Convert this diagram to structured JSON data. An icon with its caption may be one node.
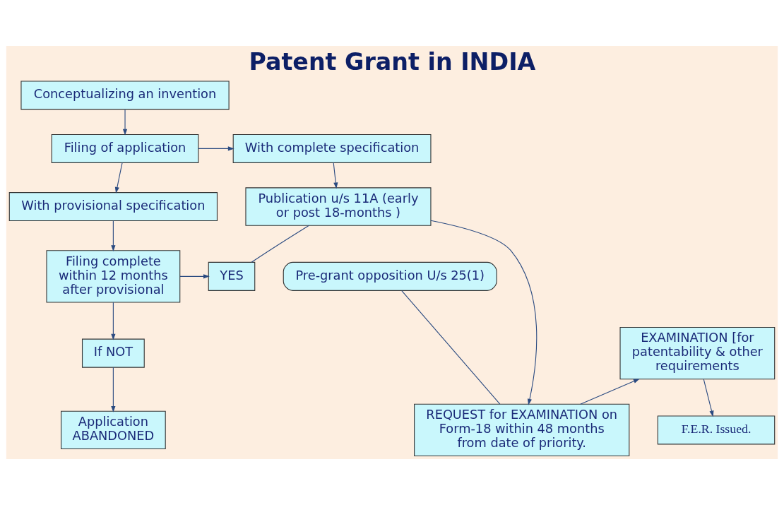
{
  "diagram": {
    "title": "Patent Grant in INDIA",
    "nodes": [
      {
        "text": [
          "Conceptualizing an invention"
        ]
      },
      {
        "text": [
          "Filing of application"
        ]
      },
      {
        "text": [
          "With complete specification"
        ]
      },
      {
        "text": [
          "With provisional specification"
        ]
      },
      {
        "text": [
          "Publication u/s 11A (early or post 18-months )"
        ]
      },
      {
        "text": [
          "Filing complete within 12 months after provisional"
        ]
      },
      {
        "text": [
          "YES"
        ]
      },
      {
        "text": [
          "Pre-grant opposition U/s 25(1)"
        ]
      },
      {
        "text": [
          "If NOT"
        ]
      },
      {
        "text": [
          "EXAMINATION [for patentability & other requirements"
        ]
      },
      {
        "text": [
          "Application ABANDONED"
        ]
      },
      {
        "text": [
          "REQUEST for EXAMINATION on Form-18 within 48 months from date of priority."
        ]
      },
      {
        "text": [
          "F.E.R. Issued."
        ]
      }
    ],
    "edges": [
      {
        "from": 0,
        "to": 1,
        "arrow": "to"
      },
      {
        "from": 1,
        "to": 2,
        "arrow": "to"
      },
      {
        "from": 2,
        "to": 4,
        "arrow": "to"
      },
      {
        "from": 1,
        "to": 3,
        "arrow": "to"
      },
      {
        "from": 3,
        "to": 5,
        "arrow": "to"
      },
      {
        "from": 5,
        "to": 6,
        "arrow": "to"
      },
      {
        "from": 6,
        "to": 4,
        "arrow": "none"
      },
      {
        "from": 4,
        "to": 11,
        "arrow": "to"
      },
      {
        "from": 7,
        "to": 11,
        "arrow": "none"
      },
      {
        "from": 5,
        "to": 8,
        "arrow": "to"
      },
      {
        "from": 8,
        "to": 10,
        "arrow": "to"
      },
      {
        "from": 11,
        "to": 9,
        "arrow": "to"
      },
      {
        "from": 9,
        "to": 12,
        "arrow": "to"
      }
    ]
  }
}
